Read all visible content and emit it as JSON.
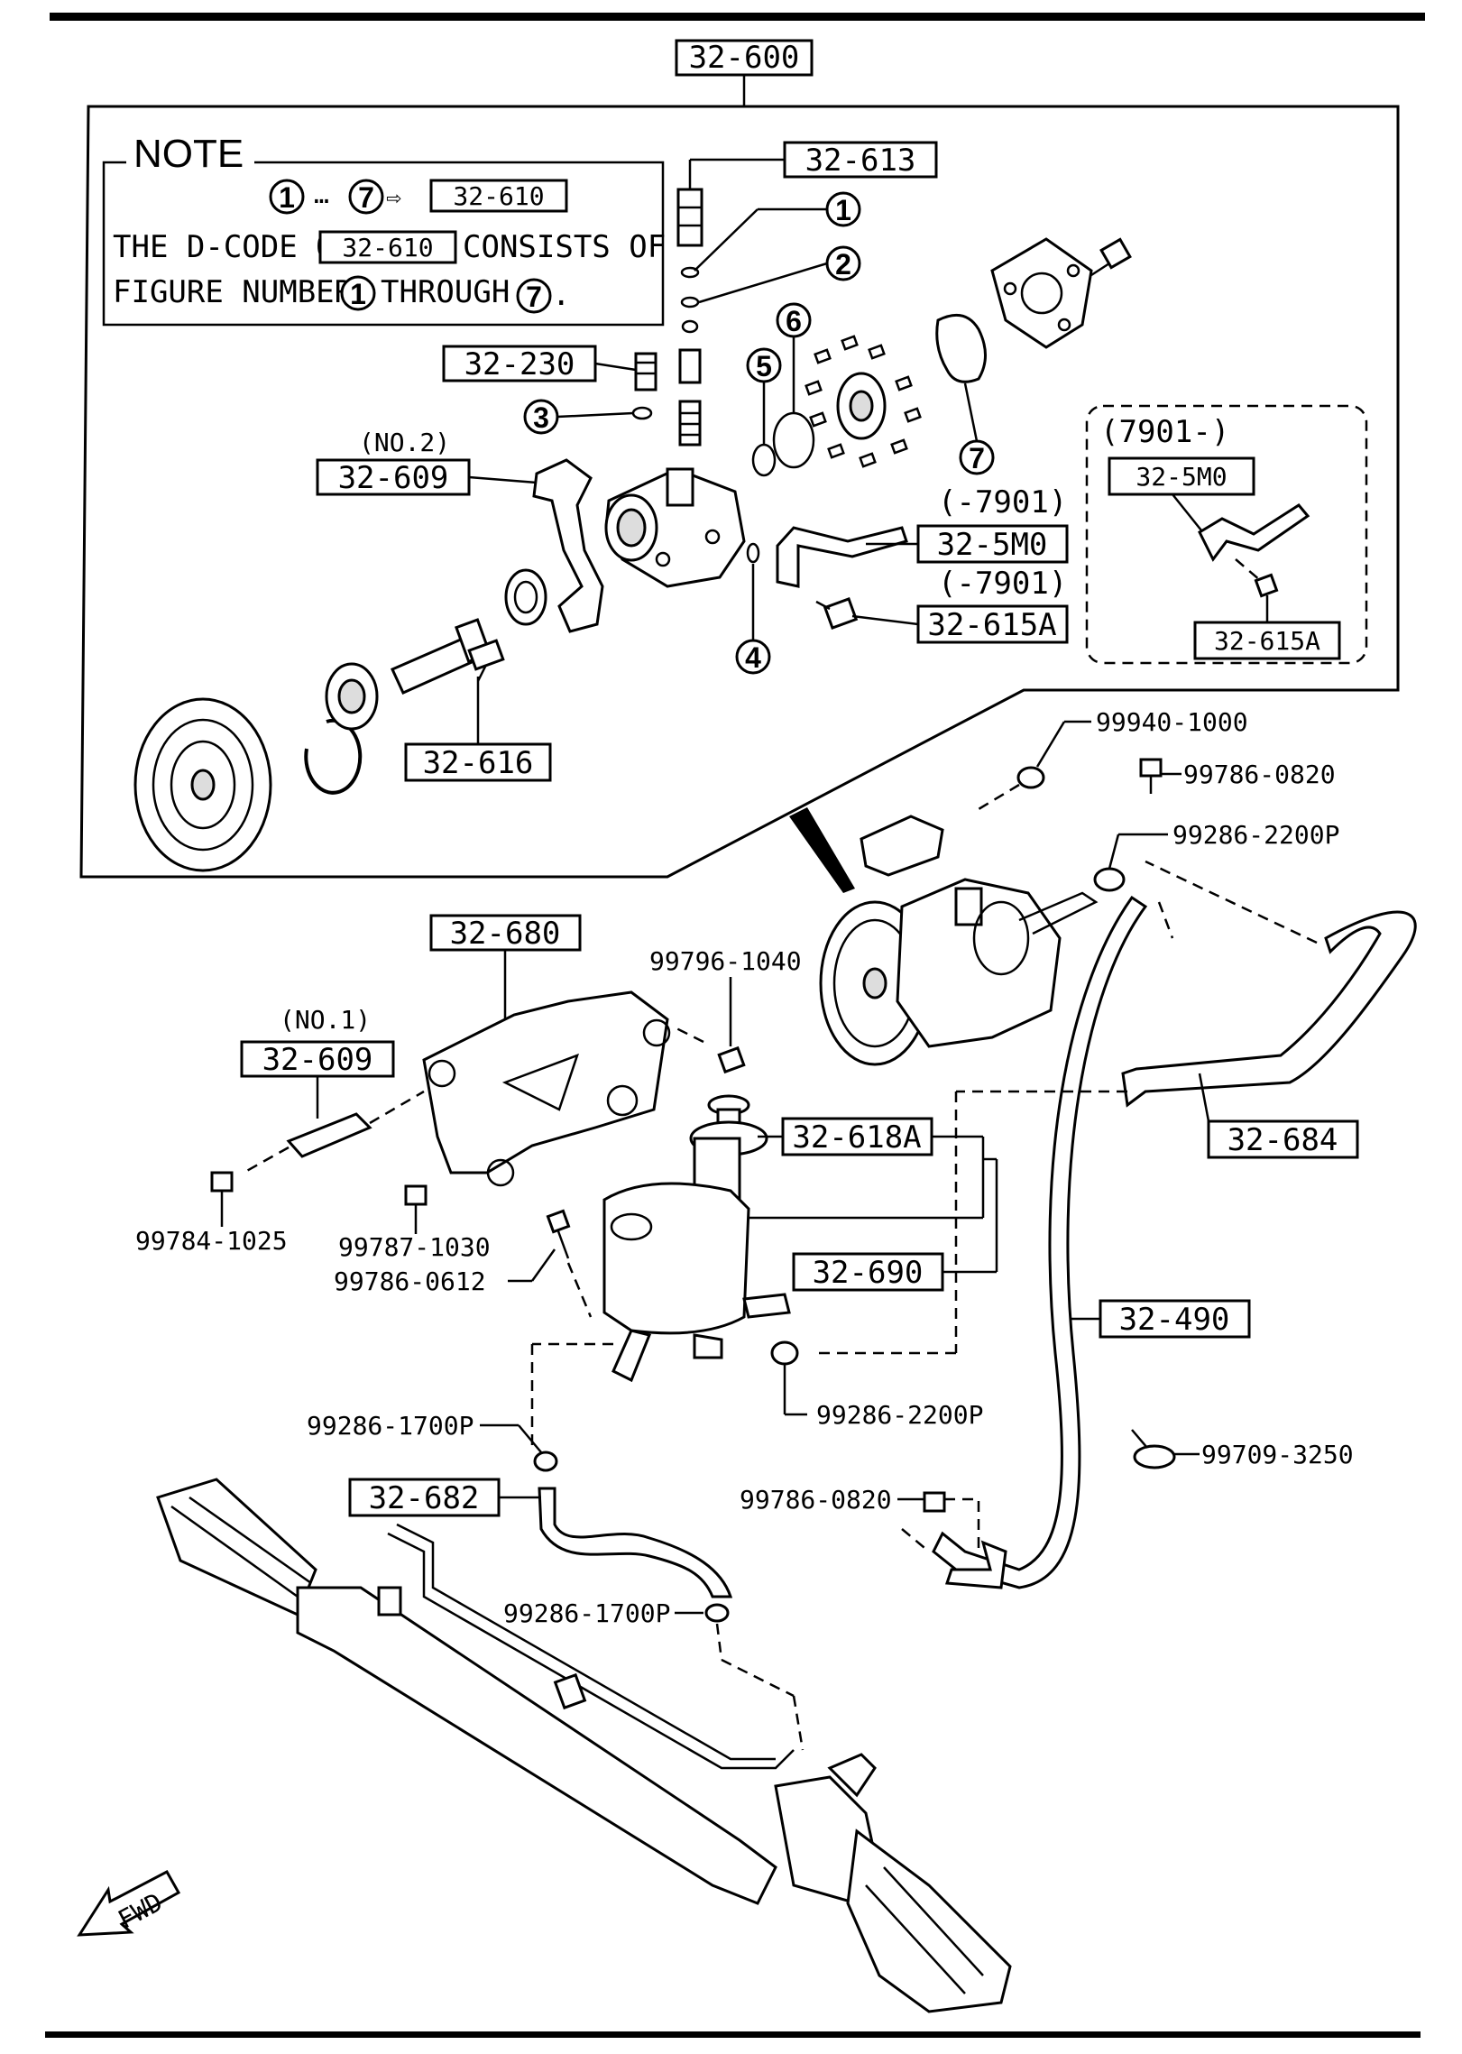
{
  "title_code": "32-600",
  "note": {
    "heading": "NOTE",
    "range_start": "1",
    "range_end": "7",
    "ref_code": "32-610",
    "line2_prefix": "THE D-CODE OF",
    "line2_code": "32-610",
    "line2_suffix": "CONSISTS OF",
    "line3_prefix": "FIGURE NUMBERS",
    "line3_mid": "THROUGH",
    "line3_start": "1",
    "line3_end": "7"
  },
  "figure_numbers": [
    "1",
    "2",
    "3",
    "4",
    "5",
    "6",
    "7"
  ],
  "inset": {
    "heading": "(7901-)",
    "code_hose": "32-5M0",
    "code_bolt": "32-615A"
  },
  "variant_before": "(-7901)",
  "boxed_codes": {
    "c613": "32-613",
    "c230": "32-230",
    "c609_no2": "32-609",
    "c5m0": "32-5M0",
    "c615a": "32-615A",
    "c616": "32-616",
    "c680": "32-680",
    "c609_no1": "32-609",
    "c618a": "32-618A",
    "c684": "32-684",
    "c690": "32-690",
    "c490": "32-490",
    "c682": "32-682"
  },
  "no2_label": "(NO.2)",
  "no1_label": "(NO.1)",
  "part_numbers": {
    "p99940": "99940-1000",
    "p99786_0820_top": "99786-0820",
    "p99286_2200_top": "99286-2200P",
    "p99796": "99796-1040",
    "p99784": "99784-1025",
    "p99787": "99787-1030",
    "p99786_0612": "99786-0612",
    "p99286_2200_bot": "99286-2200P",
    "p99286_1700_a": "99286-1700P",
    "p99709": "99709-3250",
    "p99786_0820_bot": "99786-0820",
    "p99286_1700_b": "99286-1700P"
  },
  "fwd_label": "FWD"
}
